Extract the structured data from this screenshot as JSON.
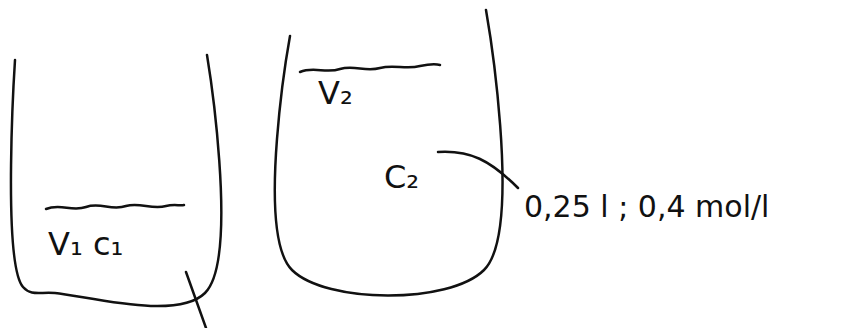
{
  "diagram": {
    "nodes": [
      {
        "text": [
          "V₁ c₁"
        ]
      },
      {
        "text": [
          "V₂",
          "C₂"
        ]
      }
    ],
    "labels": [
      "0,25 l ; 0,4 mol/l"
    ]
  }
}
